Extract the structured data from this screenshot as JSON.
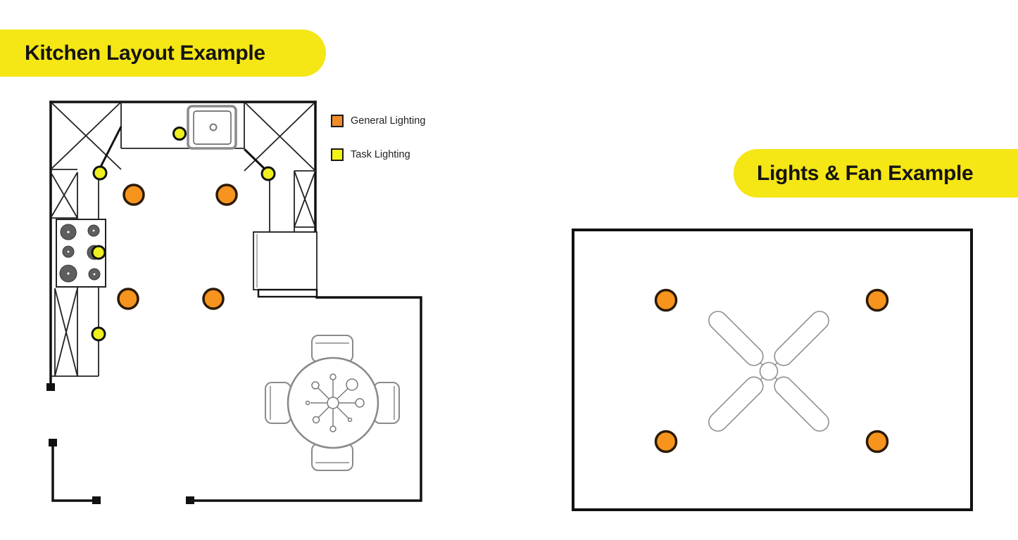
{
  "badges": {
    "kitchen": {
      "label": "Kitchen Layout Example",
      "bg": "#F5E616",
      "text_color": "#141414"
    },
    "lights_fan": {
      "label": "Lights & Fan Example",
      "bg": "#F5E616",
      "text_color": "#141414"
    }
  },
  "legend": {
    "items": [
      {
        "label": "General Lighting",
        "color": "#F28C28"
      },
      {
        "label": "Task Lighting",
        "color": "#F2F214"
      }
    ]
  },
  "colors": {
    "general_light_fill": "#F7941E",
    "task_light_fill": "#EEF01F",
    "wall": "#111111",
    "furniture_outline": "#8a8a8a",
    "badge_yellow": "#F5E616"
  },
  "kitchen_diagram": {
    "title": "Kitchen Layout Example",
    "general_lights_count": 4,
    "task_lights_count": 5,
    "features": [
      "u-shaped-counter",
      "sink",
      "stove-6-burners",
      "refrigerator",
      "dining-table-4-chairs",
      "door-openings"
    ]
  },
  "room_diagram": {
    "title": "Lights & Fan Example",
    "general_lights_count": 4,
    "ceiling_fans_count": 1,
    "fan_blades": 4
  }
}
